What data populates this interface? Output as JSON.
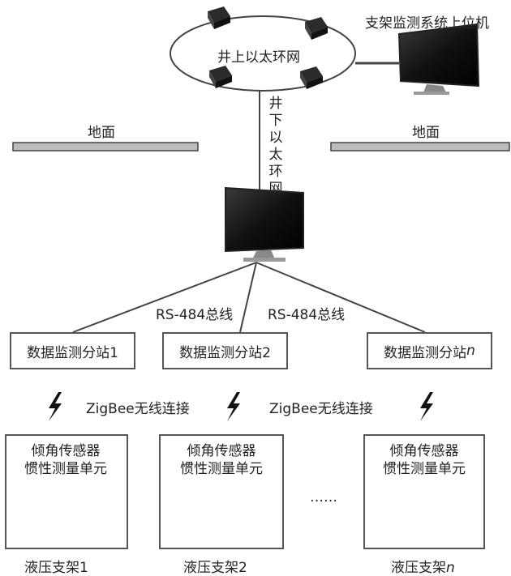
{
  "top": {
    "ring_label": "井上以太环网",
    "host_label": "支架监测系统上位机",
    "downlink_label": "井下以太环网"
  },
  "ground": {
    "left_label": "地面",
    "right_label": "地面"
  },
  "bus": {
    "left_label": "RS-484总线",
    "right_label": "RS-484总线"
  },
  "substations": [
    {
      "label": "数据监测分站1"
    },
    {
      "label": "数据监测分站2"
    },
    {
      "label_main": "数据监测分站",
      "label_suffix": "n"
    }
  ],
  "wireless": {
    "left_label": "ZigBee无线连接",
    "right_label": "ZigBee无线连接"
  },
  "units": [
    {
      "line1": "倾角传感器",
      "line2": "惯性测量单元",
      "caption": "液压支架1"
    },
    {
      "line1": "倾角传感器",
      "line2": "惯性测量单元",
      "caption": "液压支架2"
    },
    {
      "line1": "倾角传感器",
      "line2": "惯性测量单元",
      "caption_main": "液压支架",
      "caption_suffix": "n"
    }
  ],
  "ellipsis": "……",
  "colors": {
    "line": "#444444",
    "ground_fill": "#bdbdbd",
    "screen": "#1a1a1a",
    "support_fill": "#c9c9c9"
  }
}
